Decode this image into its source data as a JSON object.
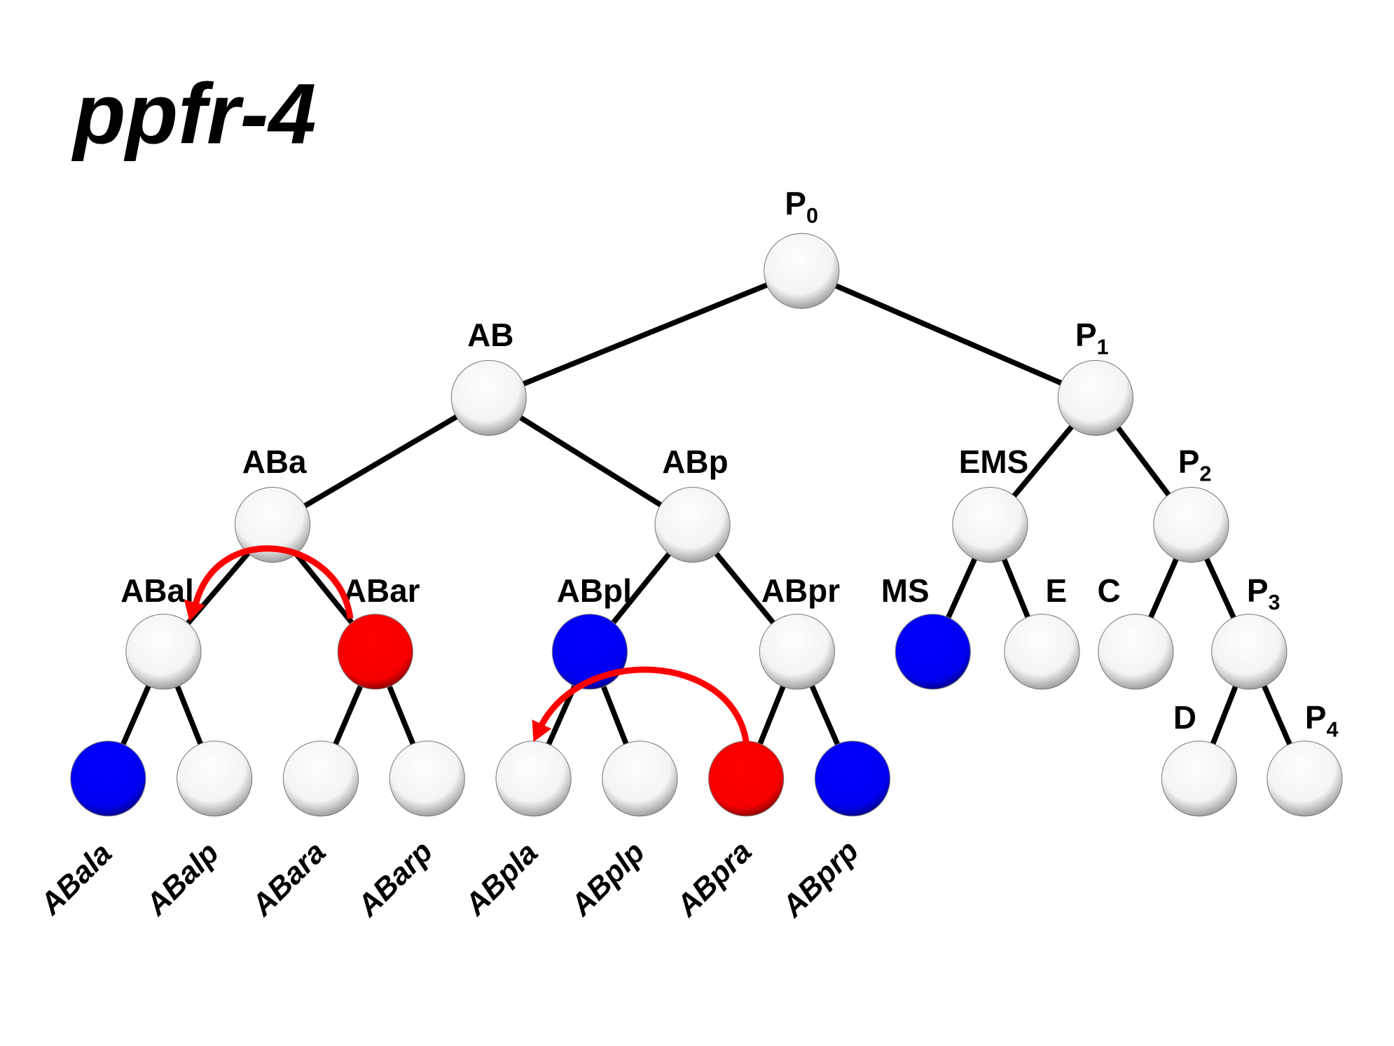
{
  "title": "ppfr-4",
  "colors": {
    "blue": "#0000ff",
    "red": "#ff0000",
    "white": "#ffffff",
    "arrow": "#ff0000"
  },
  "nodes": [
    {
      "id": "P0",
      "label": "P",
      "sub": "0",
      "parent": null,
      "color": "white"
    },
    {
      "id": "AB",
      "label": "AB",
      "sub": "",
      "parent": "P0",
      "color": "white"
    },
    {
      "id": "P1",
      "label": "P",
      "sub": "1",
      "parent": "P0",
      "color": "white"
    },
    {
      "id": "ABa",
      "label": "ABa",
      "sub": "",
      "parent": "AB",
      "color": "white"
    },
    {
      "id": "ABp",
      "label": "ABp",
      "sub": "",
      "parent": "AB",
      "color": "white"
    },
    {
      "id": "EMS",
      "label": "EMS",
      "sub": "",
      "parent": "P1",
      "color": "white"
    },
    {
      "id": "P2",
      "label": "P",
      "sub": "2",
      "parent": "P1",
      "color": "white"
    },
    {
      "id": "ABal",
      "label": "ABal",
      "sub": "",
      "parent": "ABa",
      "color": "white"
    },
    {
      "id": "ABar",
      "label": "ABar",
      "sub": "",
      "parent": "ABa",
      "color": "red"
    },
    {
      "id": "ABpl",
      "label": "ABpl",
      "sub": "",
      "parent": "ABp",
      "color": "blue"
    },
    {
      "id": "ABpr",
      "label": "ABpr",
      "sub": "",
      "parent": "ABp",
      "color": "white"
    },
    {
      "id": "MS",
      "label": "MS",
      "sub": "",
      "parent": "EMS",
      "color": "blue"
    },
    {
      "id": "E",
      "label": "E",
      "sub": "",
      "parent": "EMS",
      "color": "white"
    },
    {
      "id": "C",
      "label": "C",
      "sub": "",
      "parent": "P2",
      "color": "white"
    },
    {
      "id": "P3",
      "label": "P",
      "sub": "3",
      "parent": "P2",
      "color": "white"
    },
    {
      "id": "ABala",
      "label": "ABala",
      "sub": "",
      "parent": "ABal",
      "color": "blue",
      "leaf": true
    },
    {
      "id": "ABalp",
      "label": "ABalp",
      "sub": "",
      "parent": "ABal",
      "color": "white",
      "leaf": true
    },
    {
      "id": "ABara",
      "label": "ABara",
      "sub": "",
      "parent": "ABar",
      "color": "white",
      "leaf": true
    },
    {
      "id": "ABarp",
      "label": "ABarp",
      "sub": "",
      "parent": "ABar",
      "color": "white",
      "leaf": true
    },
    {
      "id": "ABpla",
      "label": "ABpla",
      "sub": "",
      "parent": "ABpl",
      "color": "white",
      "leaf": true
    },
    {
      "id": "ABplp",
      "label": "ABplp",
      "sub": "",
      "parent": "ABpl",
      "color": "white",
      "leaf": true
    },
    {
      "id": "ABpra",
      "label": "ABpra",
      "sub": "",
      "parent": "ABpr",
      "color": "red",
      "leaf": true
    },
    {
      "id": "ABprp",
      "label": "ABprp",
      "sub": "",
      "parent": "ABpr",
      "color": "blue",
      "leaf": true
    },
    {
      "id": "D",
      "label": "D",
      "sub": "",
      "parent": "P3",
      "color": "white"
    },
    {
      "id": "P4",
      "label": "P",
      "sub": "4",
      "parent": "P3",
      "color": "white"
    }
  ],
  "arrows": [
    {
      "from": "ABar",
      "to": "ABal"
    },
    {
      "from": "ABpra",
      "to": "ABpla"
    }
  ]
}
